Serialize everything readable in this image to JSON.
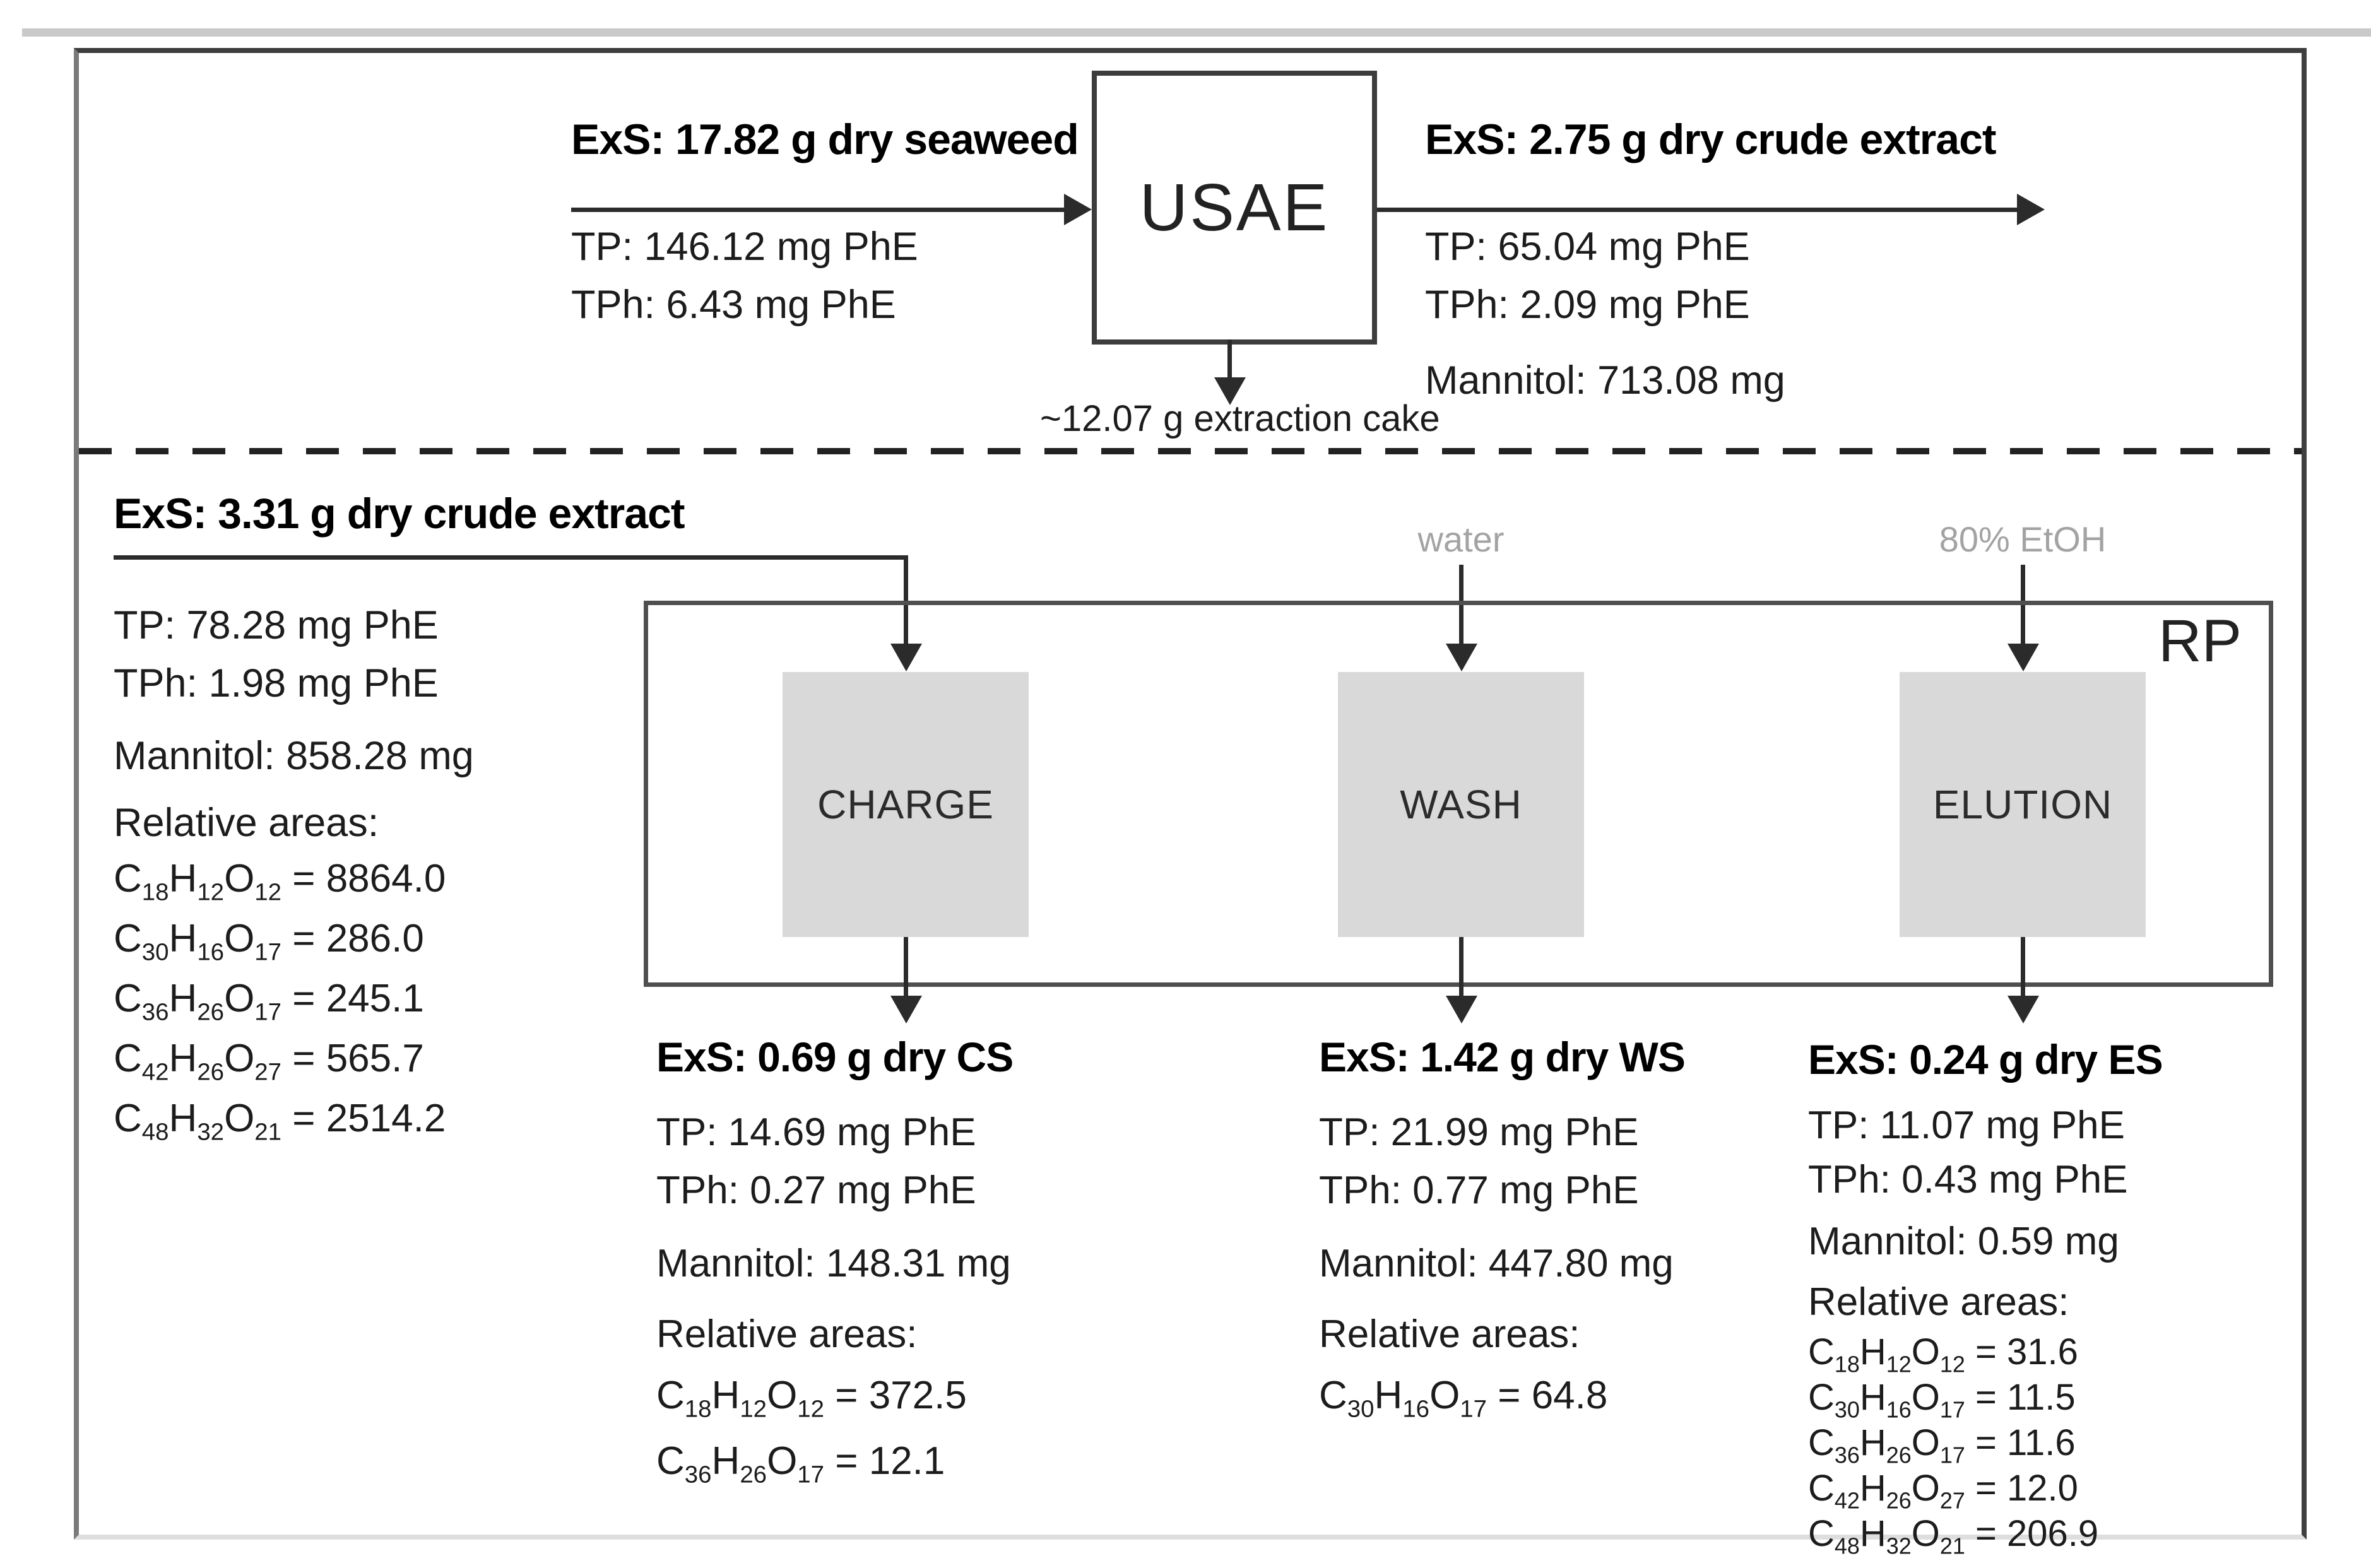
{
  "colors": {
    "process_box_fill": "#d9d9d9",
    "line": "#2b2b2b",
    "feed_label_gray": "#a3a3a3",
    "frame_border": "#3d3d3d"
  },
  "stage1": {
    "input": {
      "title": "ExS: 17.82 g dry seaweed",
      "tp": "TP: 146.12 mg PhE",
      "tph": "TPh: 6.43 mg PhE"
    },
    "process": "USAE",
    "output": {
      "title": "ExS: 2.75 g dry crude extract",
      "tp": "TP: 65.04 mg PhE",
      "tph": "TPh: 2.09 mg PhE",
      "mannitol": "Mannitol: 713.08 mg"
    },
    "cake": "~12.07 g extraction cake"
  },
  "stage2": {
    "rp_label": "RP",
    "input": {
      "title": "ExS: 3.31 g dry crude extract",
      "tp": "TP: 78.28 mg PhE",
      "tph": "TPh: 1.98 mg PhE",
      "mannitol": "Mannitol: 858.28 mg",
      "relative_label": "Relative areas:",
      "formulas": [
        {
          "parts": [
            [
              "C",
              "18"
            ],
            [
              "H",
              "12"
            ],
            [
              "O",
              "12"
            ]
          ],
          "value": "8864.0"
        },
        {
          "parts": [
            [
              "C",
              "30"
            ],
            [
              "H",
              "16"
            ],
            [
              "O",
              "17"
            ]
          ],
          "value": "286.0"
        },
        {
          "parts": [
            [
              "C",
              "36"
            ],
            [
              "H",
              "26"
            ],
            [
              "O",
              "17"
            ]
          ],
          "value": "245.1"
        },
        {
          "parts": [
            [
              "C",
              "42"
            ],
            [
              "H",
              "26"
            ],
            [
              "O",
              "27"
            ]
          ],
          "value": "565.7"
        },
        {
          "parts": [
            [
              "C",
              "48"
            ],
            [
              "H",
              "32"
            ],
            [
              "O",
              "21"
            ]
          ],
          "value": "2514.2"
        }
      ]
    },
    "feeds": {
      "wash": "water",
      "elution": "80% EtOH"
    },
    "columns": [
      {
        "box": "CHARGE",
        "title": "ExS: 0.69 g dry CS",
        "tp": "TP: 14.69 mg PhE",
        "tph": "TPh: 0.27 mg PhE",
        "mannitol": "Mannitol: 148.31 mg",
        "relative_label": "Relative areas:",
        "formulas": [
          {
            "parts": [
              [
                "C",
                "18"
              ],
              [
                "H",
                "12"
              ],
              [
                "O",
                "12"
              ]
            ],
            "value": "372.5"
          },
          {
            "parts": [
              [
                "C",
                "36"
              ],
              [
                "H",
                "26"
              ],
              [
                "O",
                "17"
              ]
            ],
            "value": "12.1"
          }
        ]
      },
      {
        "box": "WASH",
        "title": "ExS: 1.42 g dry WS",
        "tp": "TP: 21.99 mg PhE",
        "tph": "TPh: 0.77 mg PhE",
        "mannitol": "Mannitol: 447.80 mg",
        "relative_label": "Relative areas:",
        "formulas": [
          {
            "parts": [
              [
                "C",
                "30"
              ],
              [
                "H",
                "16"
              ],
              [
                "O",
                "17"
              ]
            ],
            "value": "64.8"
          }
        ]
      },
      {
        "box": "ELUTION",
        "title": "ExS: 0.24 g dry ES",
        "tp": "TP: 11.07 mg PhE",
        "tph": "TPh: 0.43 mg PhE",
        "mannitol": "Mannitol: 0.59 mg",
        "relative_label": "Relative areas:",
        "formulas": [
          {
            "parts": [
              [
                "C",
                "18"
              ],
              [
                "H",
                "12"
              ],
              [
                "O",
                "12"
              ]
            ],
            "value": "31.6"
          },
          {
            "parts": [
              [
                "C",
                "30"
              ],
              [
                "H",
                "16"
              ],
              [
                "O",
                "17"
              ]
            ],
            "value": "11.5"
          },
          {
            "parts": [
              [
                "C",
                "36"
              ],
              [
                "H",
                "26"
              ],
              [
                "O",
                "17"
              ]
            ],
            "value": "11.6"
          },
          {
            "parts": [
              [
                "C",
                "42"
              ],
              [
                "H",
                "26"
              ],
              [
                "O",
                "27"
              ]
            ],
            "value": "12.0"
          },
          {
            "parts": [
              [
                "C",
                "48"
              ],
              [
                "H",
                "32"
              ],
              [
                "O",
                "21"
              ]
            ],
            "value": "206.9"
          }
        ]
      }
    ]
  }
}
